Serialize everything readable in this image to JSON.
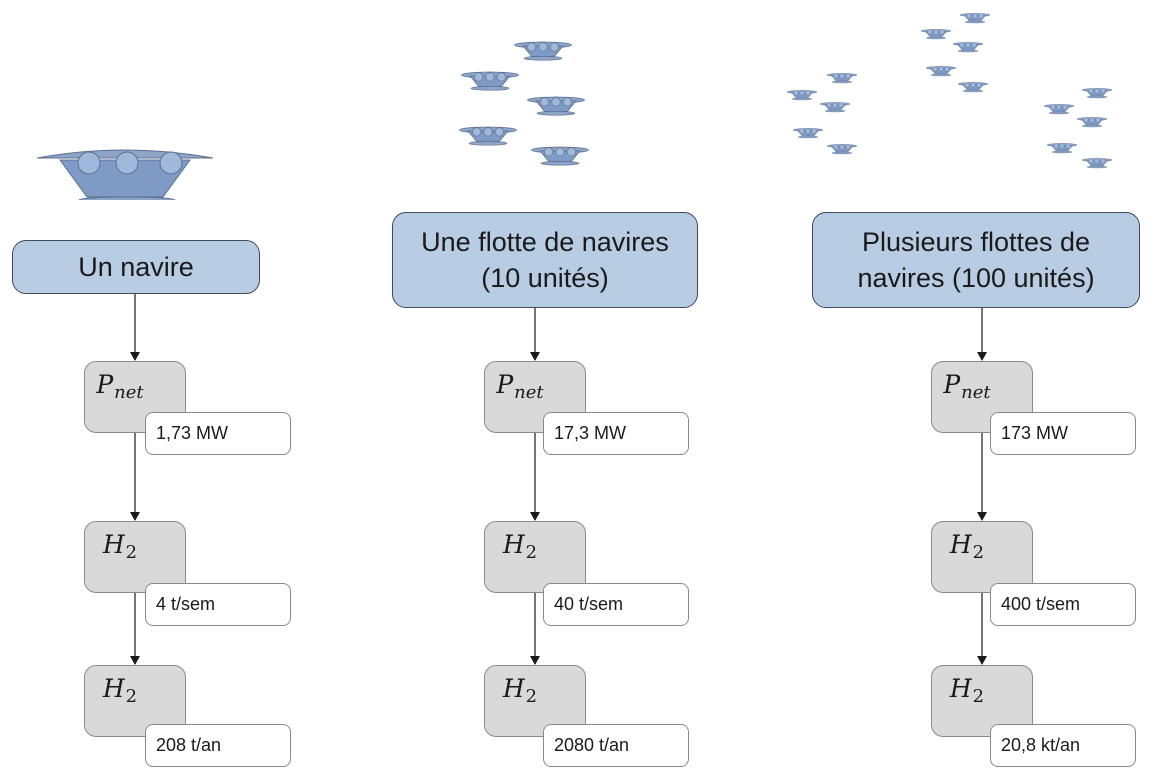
{
  "columns": [
    {
      "title_lines": [
        "Un navire"
      ],
      "steps": [
        {
          "symbol": "P",
          "subscript": "net",
          "value": "1,73 MW"
        },
        {
          "symbol": "H",
          "subscript": "2",
          "value": "4 t/sem"
        },
        {
          "symbol": "H",
          "subscript": "2",
          "value": "208 t/an"
        }
      ]
    },
    {
      "title_lines": [
        "Une flotte de navires",
        "(10 unités)"
      ],
      "steps": [
        {
          "symbol": "P",
          "subscript": "net",
          "value": "17,3 MW"
        },
        {
          "symbol": "H",
          "subscript": "2",
          "value": "40 t/sem"
        },
        {
          "symbol": "H",
          "subscript": "2",
          "value": "2080 t/an"
        }
      ]
    },
    {
      "title_lines": [
        "Plusieurs flottes de",
        "navires (100 unités)"
      ],
      "steps": [
        {
          "symbol": "P",
          "subscript": "net",
          "value": "173 MW"
        },
        {
          "symbol": "H",
          "subscript": "2",
          "value": "400 t/sem"
        },
        {
          "symbol": "H",
          "subscript": "2",
          "value": "20,8 kt/an"
        }
      ]
    }
  ],
  "colors": {
    "header_fill": "#b8cce4",
    "step_fill": "#d9d9d9",
    "value_fill": "#ffffff",
    "ship_body": "#7f9ac4"
  },
  "icons": {
    "ship": "ship-icon",
    "arrow": "arrow-down-icon"
  }
}
